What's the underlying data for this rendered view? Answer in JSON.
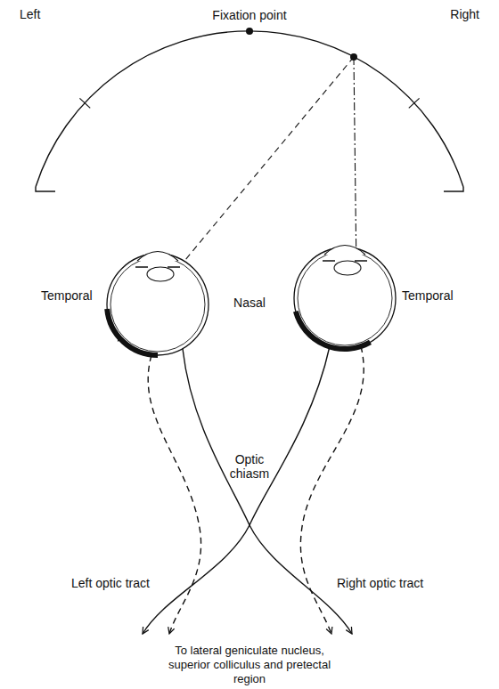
{
  "diagram": {
    "labels": [
      "Left",
      "Right",
      "Fixation point",
      "Temporal",
      "Nasal",
      "Temporal",
      "Optic chiasm",
      "Left optic tract",
      "Right optic tract",
      "To lateral geniculate nucleus, superior colliculus and pretectal region"
    ]
  }
}
